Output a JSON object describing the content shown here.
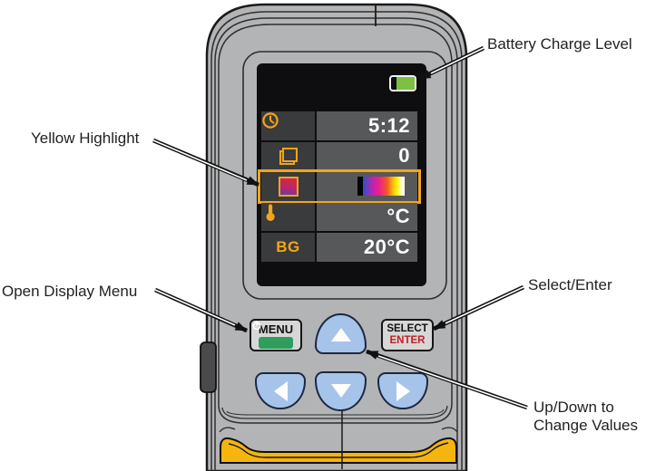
{
  "figure": {
    "subject": "handheld-thermal-imager-display-menu"
  },
  "annotations": {
    "battery": "Battery Charge Level",
    "yellow_highlight": "Yellow Highlight",
    "open_display_menu": "Open Display Menu",
    "select_enter": "Select/Enter",
    "up_down_line1": "Up/Down to",
    "up_down_line2": "Change Values"
  },
  "screen": {
    "battery": {
      "icon": "battery-icon",
      "level": "high",
      "fill_color": "#7CC142"
    },
    "menu_rows": [
      {
        "icon": "clock-icon",
        "value": "5:12"
      },
      {
        "icon": "frames-icon",
        "value": "0"
      },
      {
        "icon": "palette-icon",
        "value_type": "palette-gradient-bar",
        "highlighted": true
      },
      {
        "icon": "thermometer-icon",
        "value": "°C"
      },
      {
        "label": "BG",
        "value": "20°C"
      }
    ],
    "highlight_color": "#F2A51C",
    "accent_color": "#F2A51C"
  },
  "buttons": {
    "menu": "MENU",
    "select": "SELECT",
    "enter": "ENTER",
    "arrows": [
      "up",
      "down",
      "left",
      "right"
    ]
  },
  "colors": {
    "body_gray": "#b3b4b6",
    "button_blue": "#A6C4EA",
    "menu_green": "#2F9E5C",
    "enter_red": "#BF2026",
    "grip_yellow": "#F5B50D",
    "battery_green": "#7CC142",
    "highlight_orange": "#F2A51C"
  }
}
